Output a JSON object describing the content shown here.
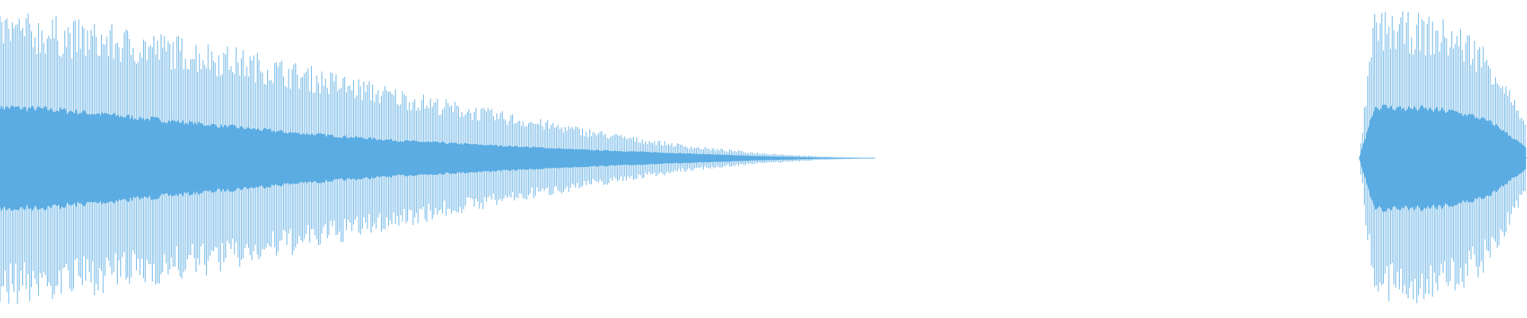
{
  "waveform": {
    "color": "#5AACE3",
    "sound_segments": [
      {
        "name": "decaying-tone",
        "start_fraction": 0.0,
        "end_fraction": 0.572,
        "peak_envelope": [
          1.0,
          0.96,
          0.9,
          0.84,
          0.76,
          0.66,
          0.56,
          0.46,
          0.37,
          0.29,
          0.21,
          0.14,
          0.08,
          0.04,
          0.015,
          0.0
        ],
        "body_envelope": [
          0.36,
          0.34,
          0.3,
          0.26,
          0.22,
          0.18,
          0.15,
          0.12,
          0.1,
          0.08,
          0.06,
          0.045,
          0.03,
          0.015,
          0.005,
          0.0
        ]
      },
      {
        "name": "tone-burst",
        "start_fraction": 0.89,
        "end_fraction": 1.0,
        "peak_envelope": [
          0.0,
          1.0,
          1.0,
          0.99,
          0.98,
          0.96,
          0.93,
          0.88,
          0.8,
          0.66,
          0.45,
          0.2
        ],
        "body_envelope": [
          0.0,
          0.36,
          0.36,
          0.35,
          0.35,
          0.34,
          0.33,
          0.31,
          0.28,
          0.23,
          0.15,
          0.07
        ]
      }
    ]
  }
}
